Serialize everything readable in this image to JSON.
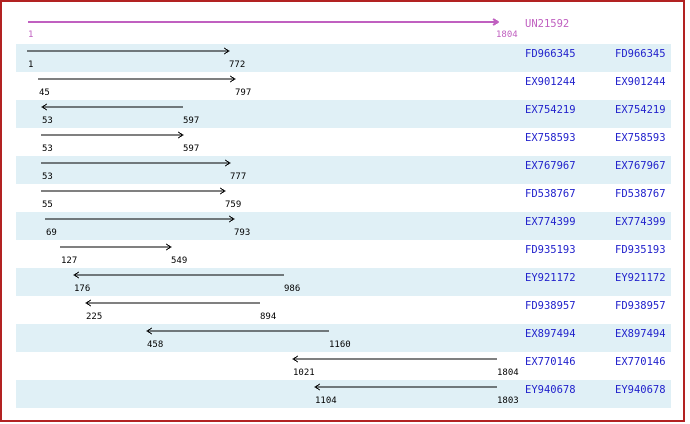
{
  "reference": {
    "label": "UN21592",
    "start": 1,
    "end": 1804
  },
  "alignments": [
    {
      "accession": "FD966345",
      "start": 1,
      "end": 772,
      "direction": "forward"
    },
    {
      "accession": "EX901244",
      "start": 45,
      "end": 797,
      "direction": "forward"
    },
    {
      "accession": "EX754219",
      "start": 53,
      "end": 597,
      "direction": "reverse"
    },
    {
      "accession": "EX758593",
      "start": 53,
      "end": 597,
      "direction": "forward"
    },
    {
      "accession": "EX767967",
      "start": 53,
      "end": 777,
      "direction": "forward"
    },
    {
      "accession": "FD538767",
      "start": 55,
      "end": 759,
      "direction": "forward"
    },
    {
      "accession": "EX774399",
      "start": 69,
      "end": 793,
      "direction": "forward"
    },
    {
      "accession": "FD935193",
      "start": 127,
      "end": 549,
      "direction": "forward"
    },
    {
      "accession": "EY921172",
      "start": 176,
      "end": 986,
      "direction": "reverse"
    },
    {
      "accession": "FD938957",
      "start": 225,
      "end": 894,
      "direction": "reverse"
    },
    {
      "accession": "EX897494",
      "start": 458,
      "end": 1160,
      "direction": "reverse"
    },
    {
      "accession": "EX770146",
      "start": 1021,
      "end": 1804,
      "direction": "reverse"
    },
    {
      "accession": "EY940678",
      "start": 1104,
      "end": 1803,
      "direction": "reverse"
    }
  ],
  "icons": {
    "forward": "right-arrow-icon",
    "reverse": "left-arrow-icon",
    "reference": "right-arrow-icon"
  },
  "colors": {
    "frame_border": "#b22222",
    "row_band": "#e0f0f6",
    "accession_text": "#2222cc",
    "reference_color": "#c060c0",
    "alignment_arrow": "#000000"
  }
}
